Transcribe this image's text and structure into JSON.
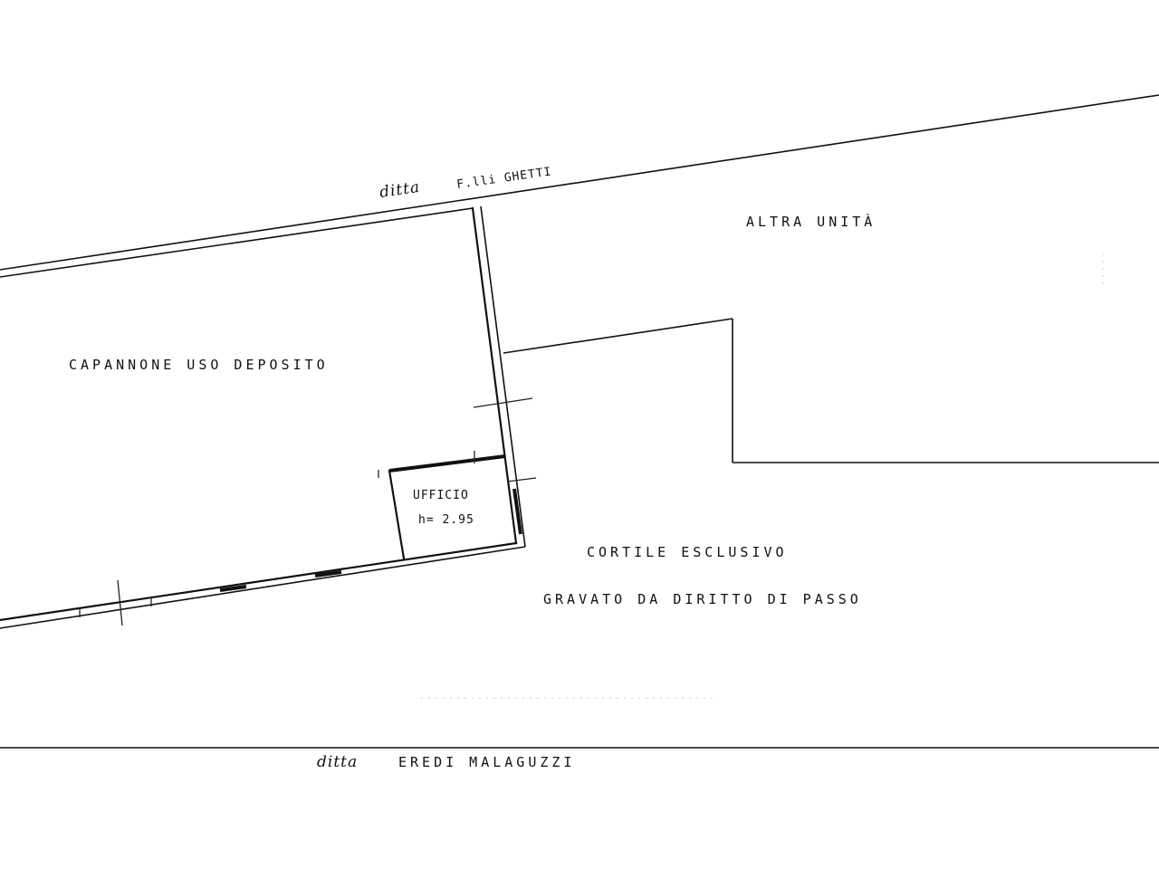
{
  "labels": {
    "north_neighbor": {
      "prefix": "ditta",
      "name": "F.lli GHETTI"
    },
    "south_neighbor": {
      "prefix": "ditta",
      "name": "EREDI MALAGUZZI"
    },
    "warehouse": "CAPANNONE  USO  DEPOSITO",
    "office_name": "UFFICIO",
    "office_height": "h= 2.95",
    "other_unit": "ALTRA  UNITÀ",
    "courtyard_line1": "CORTILE  ESCLUSIVO",
    "courtyard_line2": "GRAVATO  DA  DIRITTO  DI  PASSO"
  },
  "colors": {
    "ink": "#111111",
    "paper": "#ffffff"
  }
}
